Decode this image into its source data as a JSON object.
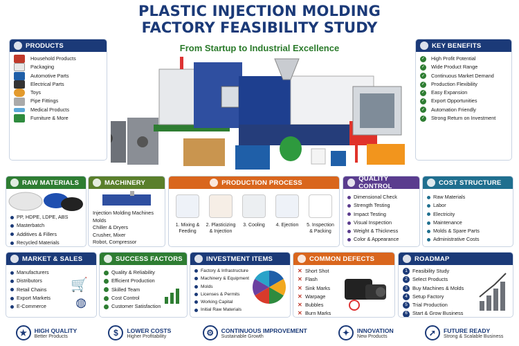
{
  "header": {
    "title_line1": "PLASTIC INJECTION MOLDING",
    "title_line2": "FACTORY FEASIBILITY STUDY",
    "subtitle": "From Startup to Industrial Excellence"
  },
  "products": {
    "title": "PRODUCTS",
    "items": [
      "Household Products",
      "Packaging",
      "Automotive Parts",
      "Electrical Parts",
      "Toys",
      "Pipe Fittings",
      "Medical Products",
      "Furniture & More"
    ]
  },
  "key_benefits": {
    "title": "KEY BENEFITS",
    "items": [
      "High Profit Potential",
      "Wide Product Range",
      "Continuous Market Demand",
      "Production Flexibility",
      "Easy Expansion",
      "Export Opportunities",
      "Automation Friendly",
      "Strong Return on Investment"
    ]
  },
  "raw_materials": {
    "title": "RAW MATERIALS",
    "items": [
      "PP, HDPE, LDPE, ABS",
      "Masterbatch",
      "Additives & Fillers",
      "Recycled Materials"
    ]
  },
  "machinery": {
    "title": "MACHINERY",
    "items": [
      "Injection Molding Machines",
      "Molds",
      "Chiller & Dryers",
      "Crusher, Mixer",
      "Robot, Compressor"
    ]
  },
  "production_process": {
    "title": "PRODUCTION PROCESS",
    "steps": [
      "1. Mixing & Feeding",
      "2. Plasticizing & Injection",
      "3. Cooling",
      "4. Ejection",
      "5. Inspection & Packing"
    ]
  },
  "quality_control": {
    "title": "QUALITY CONTROL",
    "items": [
      "Dimensional Check",
      "Strength Testing",
      "Impact Testing",
      "Visual Inspection",
      "Weight & Thickness",
      "Color & Appearance"
    ]
  },
  "cost_structure": {
    "title": "COST STRUCTURE",
    "items": [
      "Raw Materials",
      "Labor",
      "Electricity",
      "Maintenance",
      "Molds & Spare Parts",
      "Administrative Costs"
    ]
  },
  "market_sales": {
    "title": "MARKET & SALES",
    "items": [
      "Manufacturers",
      "Distributors",
      "Retail Chains",
      "Export Markets",
      "E-Commerce"
    ]
  },
  "success_factors": {
    "title": "SUCCESS FACTORS",
    "items": [
      "Quality & Reliability",
      "Efficient Production",
      "Skilled Team",
      "Cost Control",
      "Customer Satisfaction"
    ]
  },
  "investment_items": {
    "title": "INVESTMENT ITEMS",
    "items": [
      "Factory & Infrastructure",
      "Machinery & Equipment",
      "Molds",
      "Licenses & Permits",
      "Working Capital",
      "Initial Raw Materials"
    ],
    "pie_colors": [
      "#1f5fa8",
      "#f2a81d",
      "#2e8b3e",
      "#d93a2b",
      "#6b3fa0",
      "#29a3c9"
    ]
  },
  "common_defects": {
    "title": "COMMON DEFECTS",
    "items": [
      "Short Shot",
      "Flash",
      "Sink Marks",
      "Warpage",
      "Bubbles",
      "Burn Marks"
    ]
  },
  "roadmap": {
    "title": "ROADMAP",
    "items": [
      "Feasibility Study",
      "Select Products",
      "Buy Machines & Molds",
      "Setup Factory",
      "Trial Production",
      "Start & Grow Business"
    ],
    "numbers": [
      "1",
      "2",
      "3",
      "4",
      "5",
      "6"
    ]
  },
  "footer": [
    {
      "title": "HIGH QUALITY",
      "sub": "Better Products",
      "icon": "medal-icon"
    },
    {
      "title": "LOWER COSTS",
      "sub": "Higher Profitability",
      "icon": "dollar-icon"
    },
    {
      "title": "CONTINUOUS IMPROVEMENT",
      "sub": "Sustainable Growth",
      "icon": "gear-cycle-icon"
    },
    {
      "title": "INNOVATION",
      "sub": "New Products",
      "icon": "lightbulb-icon"
    },
    {
      "title": "FUTURE READY",
      "sub": "Strong & Scalable Business",
      "icon": "rocket-icon"
    }
  ]
}
